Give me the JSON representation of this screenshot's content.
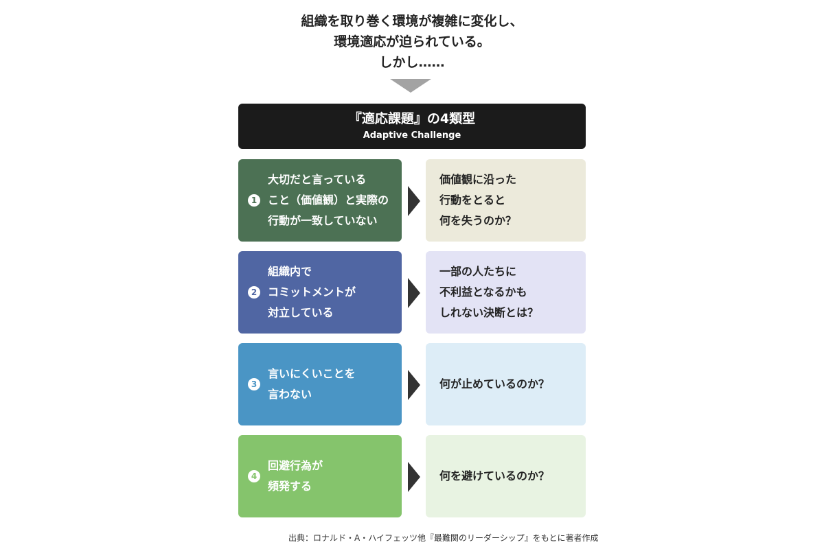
{
  "intro": {
    "lines": [
      "組織を取り巻く環境が複雑に変化し、",
      "環境適応が迫られている。",
      "しかし……"
    ]
  },
  "title": {
    "main": "『適応課題』の4類型",
    "sub": "Adaptive Challenge"
  },
  "rows": [
    {
      "number": "1",
      "cause": [
        "大切だと言っている",
        "こと（価値観）と実際の",
        "行動が一致していない"
      ],
      "question": [
        "価値観に沿った",
        "行動をとると",
        "何を失うのか？"
      ],
      "cause_color": "#4c7154",
      "question_color": "#eceadb"
    },
    {
      "number": "2",
      "cause": [
        "組織内で",
        "コミットメントが",
        "対立している"
      ],
      "question": [
        "一部の人たちに",
        "不利益となるかも",
        "しれない決断とは？"
      ],
      "cause_color": "#5066a3",
      "question_color": "#e3e3f5"
    },
    {
      "number": "3",
      "cause": [
        "言いにくいことを",
        "言わない"
      ],
      "question": [
        "何が止めているのか？"
      ],
      "cause_color": "#4a95c5",
      "question_color": "#ddedf7"
    },
    {
      "number": "4",
      "cause": [
        "回避行為が",
        "頻発する"
      ],
      "question": [
        "何を避けているのか？"
      ],
      "cause_color": "#85c46c",
      "question_color": "#e8f3e2"
    }
  ],
  "source": "出典：ロナルド・A・ハイフェッツ他『最難関のリーダーシップ』をもとに著者作成"
}
